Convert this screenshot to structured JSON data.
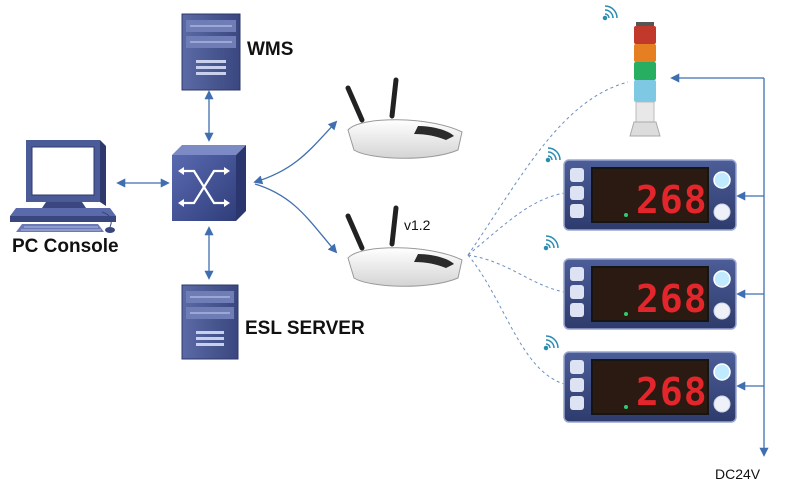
{
  "labels": {
    "wms": "WMS",
    "pc_console": "PC Console",
    "esl_server": "ESL SERVER",
    "firmware": "v1.2",
    "power": "DC24V"
  },
  "displays": [
    {
      "value": "268"
    },
    {
      "value": "268"
    },
    {
      "value": "268"
    }
  ],
  "colors": {
    "link": "#3f6fb0",
    "device_body": "#3e4f86",
    "digit": "#e2262b",
    "server": "#4a5a96"
  },
  "icons": [
    "server-icon",
    "computer-icon",
    "network-switch-icon",
    "wireless-router-icon",
    "signal-tower-light-icon",
    "wifi-icon",
    "digital-display-icon"
  ]
}
